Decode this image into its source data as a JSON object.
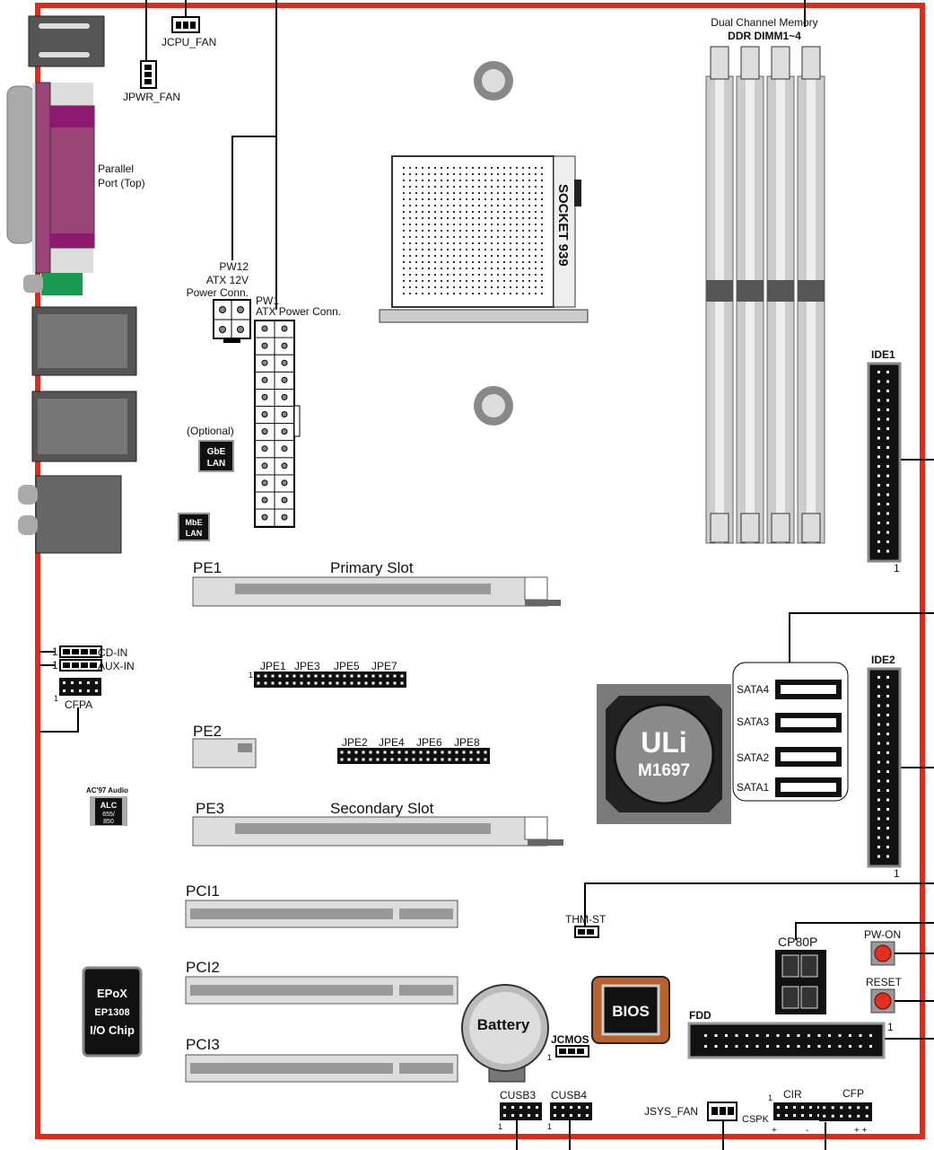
{
  "title": "Motherboard Layout",
  "colors": {
    "board_border": "#e02a1c",
    "parallel_port": "#8e2070",
    "chip_gray": "#7a7a7a",
    "bios_copper": "#b8632e",
    "button_red": "#e03020"
  },
  "labels": {
    "jcpu_fan": "JCPU_FAN",
    "jpwr_fan": "JPWR_FAN",
    "parallel_1": "Parallel",
    "parallel_2": "Port (Top)",
    "pw12_1": "PW12",
    "pw12_2": "ATX 12V",
    "pw12_3": "Power  Conn.",
    "pw1_1": "PW1",
    "pw1_2": "ATX Power Conn.",
    "socket": "SOCKET 939",
    "memory_1": "Dual Channel Memory",
    "memory_2": "DDR DIMM1~4",
    "ide1": "IDE1",
    "ide2": "IDE2",
    "pin1": "1",
    "optional": "(Optional)",
    "gbe_1": "GbE",
    "gbe_2": "LAN",
    "mbe_1": "MbE",
    "mbe_2": "LAN",
    "pe1": "PE1",
    "primary_slot": "Primary Slot",
    "pe2": "PE2",
    "pe3": "PE3",
    "secondary_slot": "Secondary Slot",
    "cd_in": "CD-IN",
    "aux_in": "AUX-IN",
    "cfpa": "CFPA",
    "jpe_top": [
      "JPE1",
      "JPE3",
      "JPE5",
      "JPE7"
    ],
    "jpe_bottom": [
      "JPE2",
      "JPE4",
      "JPE6",
      "JPE8"
    ],
    "ac97": "AC'97 Audio",
    "alc_1": "ALC",
    "alc_2": "655/",
    "alc_3": "850",
    "sata": [
      "SATA4",
      "SATA3",
      "SATA2",
      "SATA1"
    ],
    "uli_1": "ULi",
    "uli_2": "M1697",
    "pci1": "PCI1",
    "pci2": "PCI2",
    "pci3": "PCI3",
    "epox_1": "EPoX",
    "epox_2": "EP1308",
    "epox_3": "I/O Chip",
    "battery": "Battery",
    "bios": "BIOS",
    "jcmos": "JCMOS",
    "thm_st": "THM-ST",
    "cp80p": "CP80P",
    "pw_on": "PW-ON",
    "reset": "RESET",
    "fdd": "FDD",
    "cusb3": "CUSB3",
    "cusb4": "CUSB4",
    "jsys_fan": "JSYS_FAN",
    "cir": "CIR",
    "cspk": "CSPK",
    "cfp": "CFP",
    "plus": "+",
    "minus": "-",
    "plus_plus": "+ +"
  }
}
